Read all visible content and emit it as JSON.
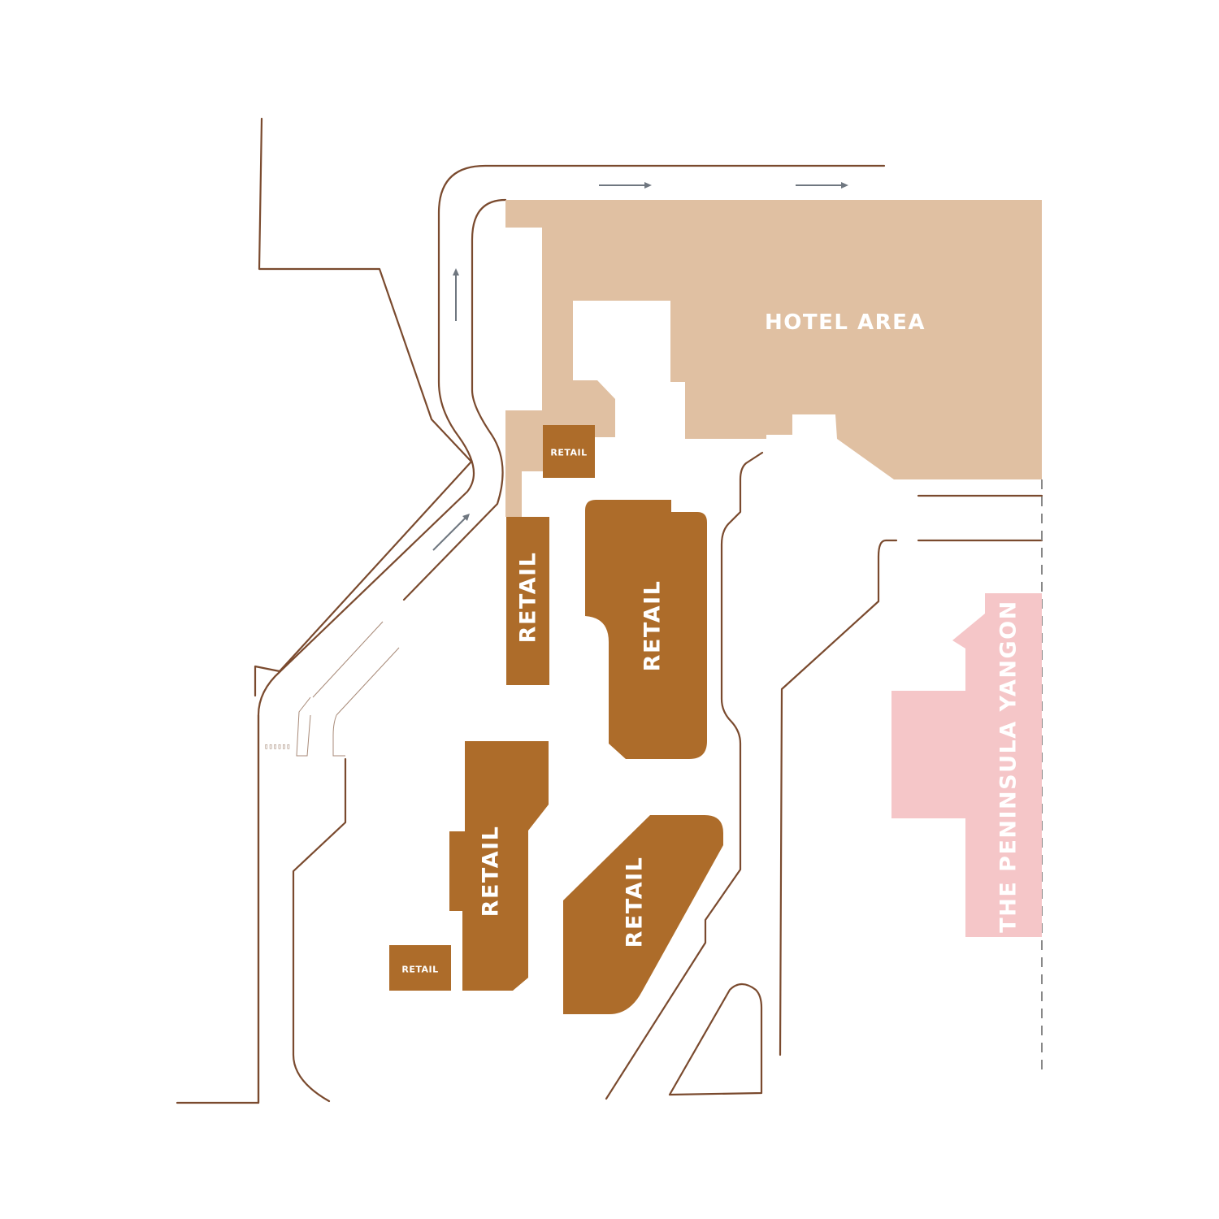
{
  "colors": {
    "hotel_area": "#e0c0a2",
    "retail": "#ad6c2a",
    "peninsula": "#f5c6c8",
    "road": "#7a4a2e",
    "arrow": "#6f7780",
    "label_text": "#ffffff"
  },
  "areas": {
    "hotel": {
      "label": "HOTEL AREA"
    },
    "peninsula": {
      "label": "THE PENINSULA YANGON"
    },
    "retail_small_top": {
      "label": "RETAIL"
    },
    "retail_strip": {
      "label": "RETAIL"
    },
    "retail_center": {
      "label": "RETAIL"
    },
    "retail_lower_left": {
      "label": "RETAIL"
    },
    "retail_lower_right": {
      "label": "RETAIL"
    },
    "retail_small_bottom": {
      "label": "RETAIL"
    }
  },
  "map_marks": {
    "small_sign": "▯▯▯▯▯▯"
  },
  "direction_arrows": [
    "east-arrow",
    "east-arrow",
    "north-arrow",
    "northeast-arrow"
  ]
}
